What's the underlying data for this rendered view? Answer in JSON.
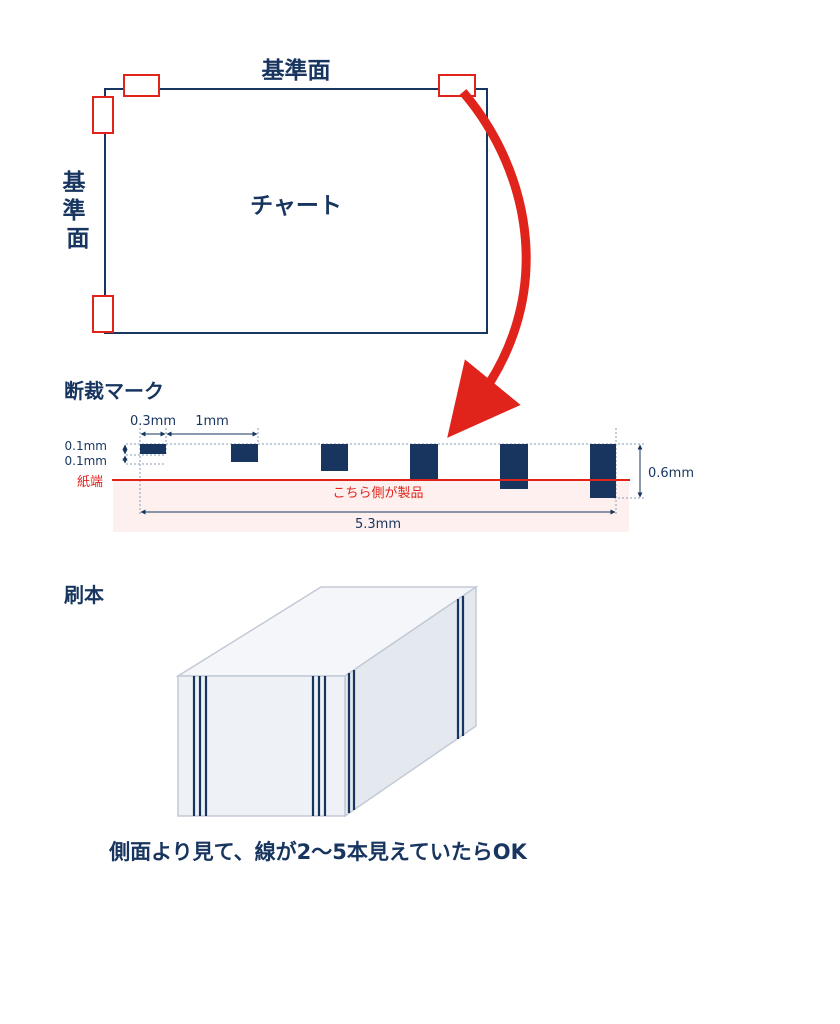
{
  "colors": {
    "navy": "#17355f",
    "red": "#e0231b",
    "paper_tint": "#fdf0ee",
    "box_top": "#f4f6f9",
    "box_side": "#e4e8ef",
    "box_front": "#eef1f5"
  },
  "chart": {
    "ref_top": "基準面",
    "ref_left": "基準面",
    "label": "チャート"
  },
  "marks": {
    "heading": "断裁マーク",
    "dim_0_3": "0.3mm",
    "dim_1": "1mm",
    "dim_0_1_a": "0.1mm",
    "dim_0_1_b": "0.1mm",
    "paper_edge": "紙端",
    "product_side": "こちら側が製品",
    "dim_0_6": "0.6mm",
    "dim_5_3": "5.3mm"
  },
  "book": {
    "heading": "刷本",
    "caption": "側面より見て、線が2〜5本見えていたらOK"
  }
}
